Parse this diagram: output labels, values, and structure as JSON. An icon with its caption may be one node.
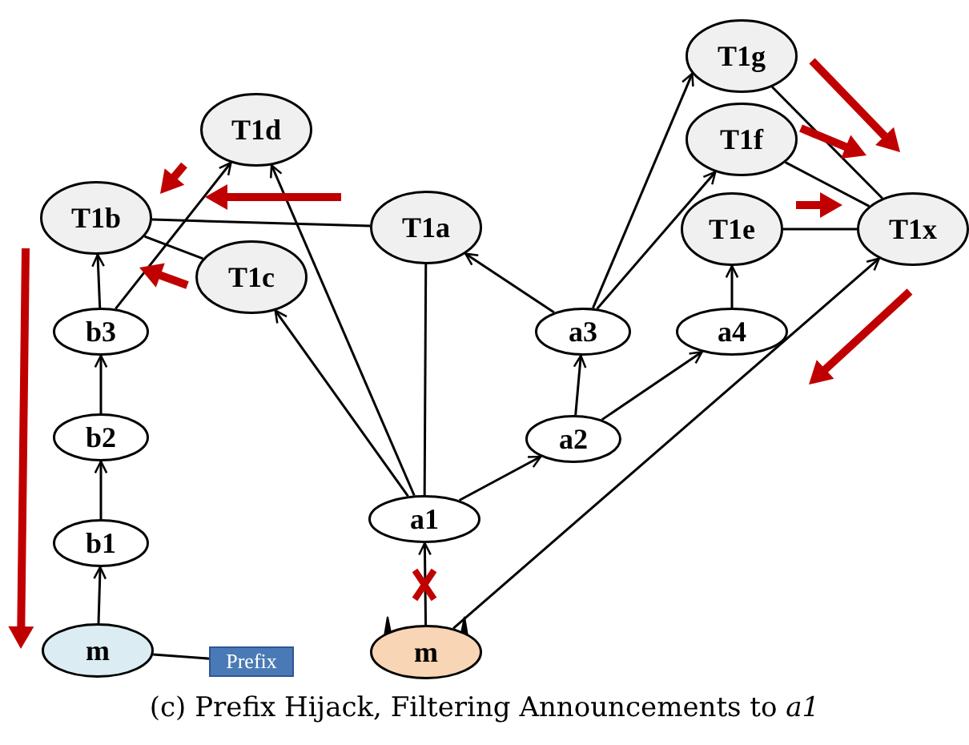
{
  "diagram": {
    "caption": "(c) Prefix Hijack, Filtering Announcements to *a1*",
    "nodes": [
      {
        "text": [
          "T1g"
        ]
      },
      {
        "text": [
          "T1d"
        ]
      },
      {
        "text": [
          "T1f"
        ]
      },
      {
        "text": [
          "T1b"
        ]
      },
      {
        "text": [
          "T1a"
        ]
      },
      {
        "text": [
          "T1e"
        ]
      },
      {
        "text": [
          "T1x"
        ]
      },
      {
        "text": [
          "T1c"
        ]
      },
      {
        "text": [
          "b3"
        ]
      },
      {
        "text": [
          "a3"
        ]
      },
      {
        "text": [
          "a4"
        ]
      },
      {
        "text": [
          "b2"
        ]
      },
      {
        "text": [
          "a2"
        ]
      },
      {
        "text": [
          "b1"
        ]
      },
      {
        "text": [
          "a1"
        ]
      },
      {
        "text": [
          "m"
        ]
      },
      {
        "text": [
          "m"
        ]
      },
      {
        "text": [
          "Prefix"
        ]
      }
    ],
    "edges": [
      {
        "from": 3,
        "to": 4,
        "arrow": "none"
      },
      {
        "from": 3,
        "to": 7,
        "arrow": "none"
      },
      {
        "from": 8,
        "to": 3,
        "arrow": "to"
      },
      {
        "from": 8,
        "to": 1,
        "arrow": "to"
      },
      {
        "from": 14,
        "to": 1,
        "arrow": "to"
      },
      {
        "from": 14,
        "to": 7,
        "arrow": "to"
      },
      {
        "from": 14,
        "to": 4,
        "arrow": "none"
      },
      {
        "from": 14,
        "to": 12,
        "arrow": "to"
      },
      {
        "from": 12,
        "to": 9,
        "arrow": "to"
      },
      {
        "from": 12,
        "to": 10,
        "arrow": "to"
      },
      {
        "from": 9,
        "to": 4,
        "arrow": "to"
      },
      {
        "from": 9,
        "to": 0,
        "arrow": "to"
      },
      {
        "from": 9,
        "to": 2,
        "arrow": "to"
      },
      {
        "from": 10,
        "to": 5,
        "arrow": "to"
      },
      {
        "from": 5,
        "to": 6,
        "arrow": "none"
      },
      {
        "from": 2,
        "to": 6,
        "arrow": "none"
      },
      {
        "from": 0,
        "to": 6,
        "arrow": "none"
      },
      {
        "from": 16,
        "to": 6,
        "arrow": "to"
      },
      {
        "from": 16,
        "to": 14,
        "arrow": "to"
      },
      {
        "from": 11,
        "to": 8,
        "arrow": "to"
      },
      {
        "from": 13,
        "to": 11,
        "arrow": "to"
      },
      {
        "from": 15,
        "to": 13,
        "arrow": "to"
      },
      {
        "from": 15,
        "to": 17,
        "arrow": "none"
      }
    ]
  }
}
